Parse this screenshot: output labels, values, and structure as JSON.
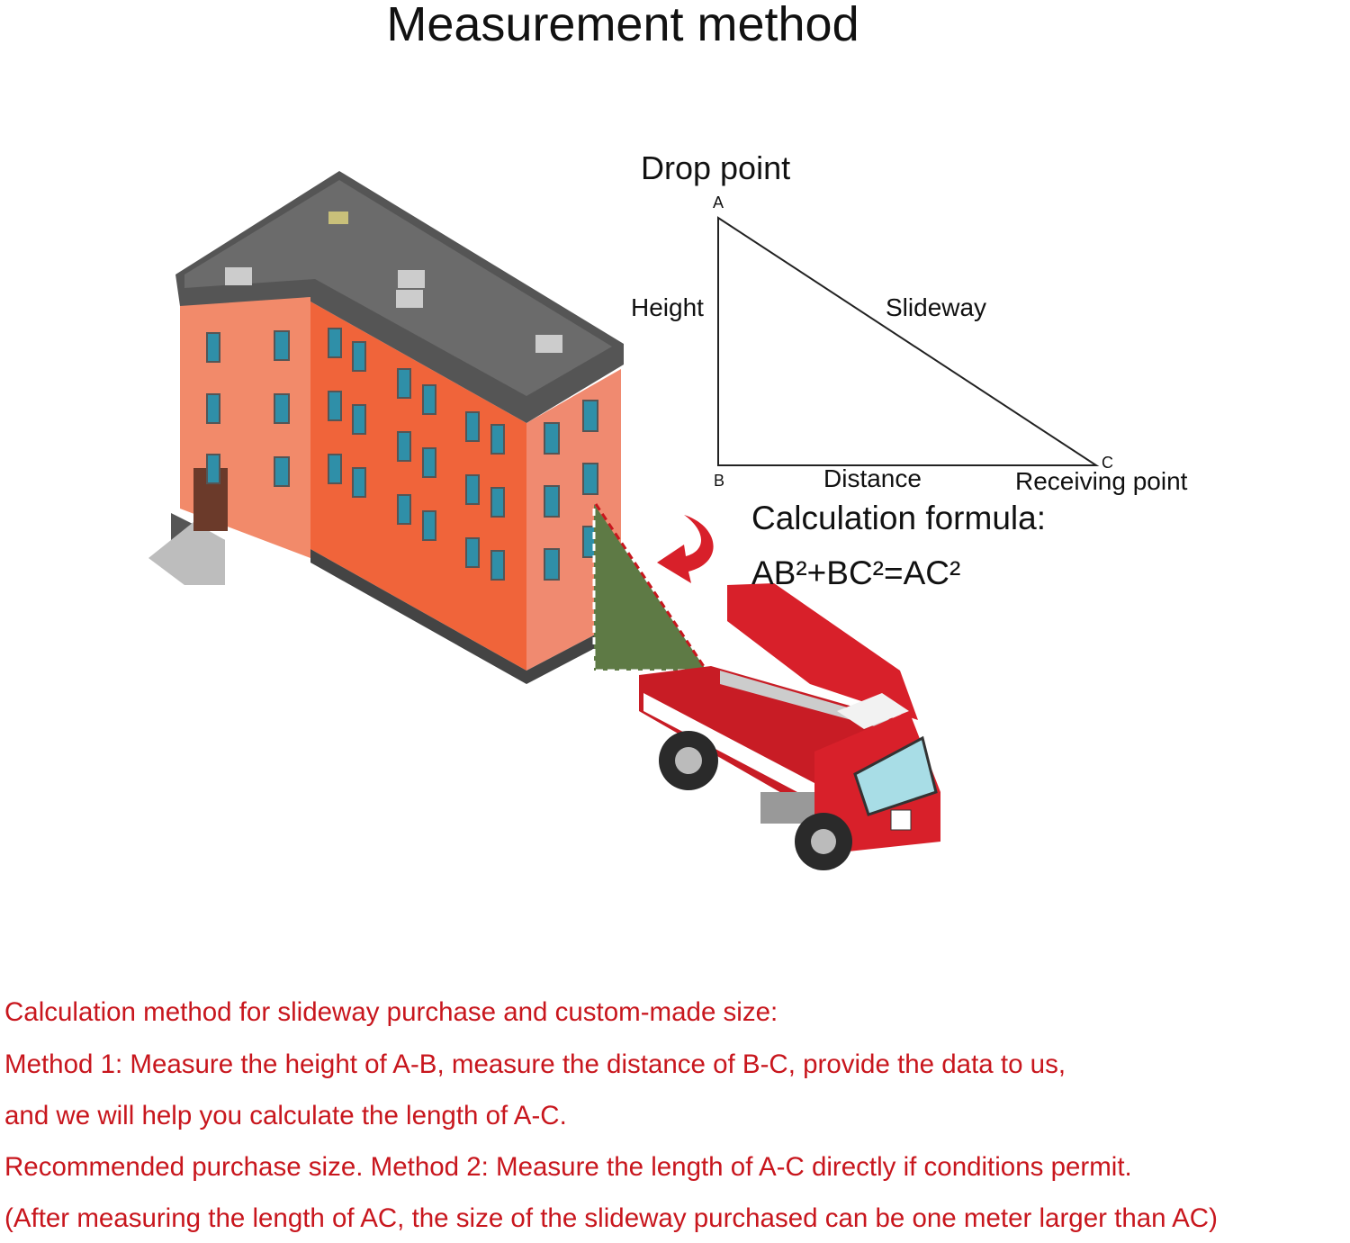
{
  "title": "Measurement method",
  "diagram": {
    "drop_point": "Drop point",
    "vertex_a": "A",
    "vertex_b": "B",
    "vertex_c": "C",
    "height": "Height",
    "slideway": "Slideway",
    "distance": "Distance",
    "receiving_point": "Receiving point",
    "formula_label": "Calculation formula:",
    "formula": "AB²+BC²=AC²"
  },
  "instructions": [
    "Calculation method for slideway purchase and custom-made size:",
    "Method 1: Measure the height of A-B, measure the distance of B-C, provide the data to us,",
    "and we will help you calculate the length of A-C.",
    "Recommended purchase size. Method 2: Measure the length of A-C directly if conditions permit.",
    "(After measuring the length of AC, the size of the slideway purchased can be one meter larger than AC)"
  ],
  "colors": {
    "instruction_text": "#c8161d",
    "building": "#f0643a",
    "truck": "#d8202a",
    "slide": "#5e7a45"
  }
}
